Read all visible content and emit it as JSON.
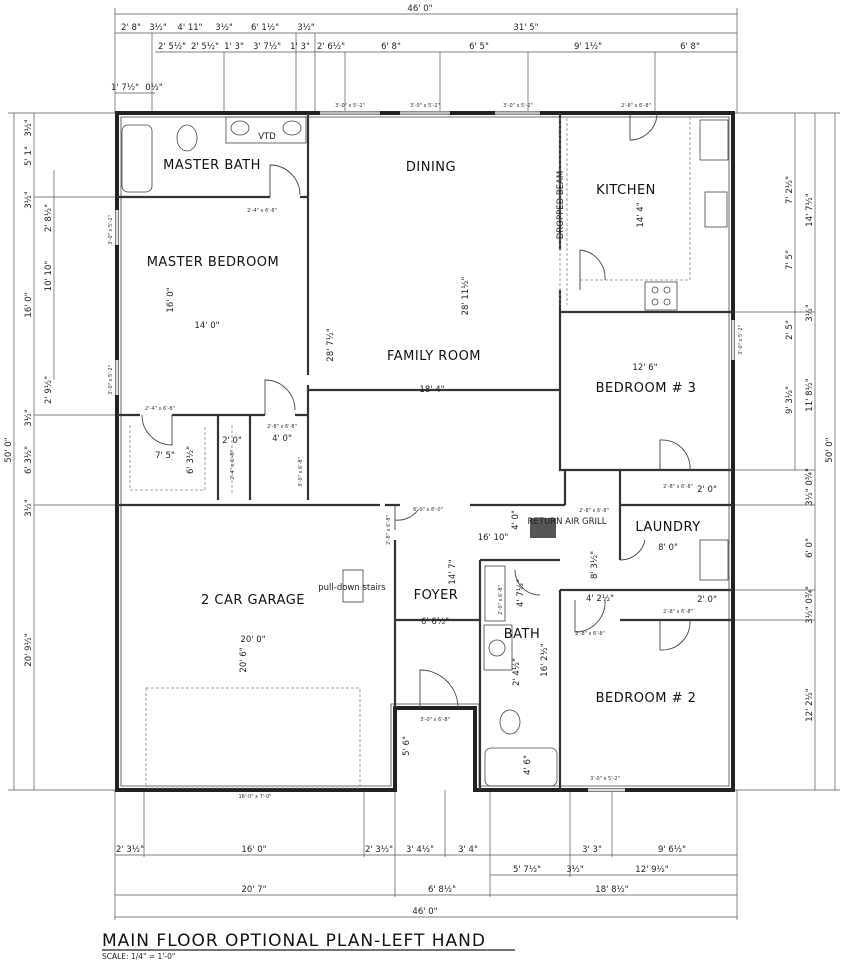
{
  "title": "MAIN FLOOR OPTIONAL PLAN-LEFT HAND",
  "scale": "SCALE: 1/4\" = 1'-0\"",
  "rooms": [
    "MASTER BATH",
    "MASTER BEDROOM",
    "DINING",
    "KITCHEN",
    "FAMILY ROOM",
    "BEDROOM # 3",
    "LAUNDRY",
    "2 CAR GARAGE",
    "FOYER",
    "BATH",
    "BEDROOM # 2"
  ],
  "annotations": [
    "DROPPED BEAM",
    "pull-down stairs",
    "RETURN AIR GRILL",
    "VTD"
  ],
  "dims_top": [
    "46' 0\"",
    "2' 8\"",
    "3½\"",
    "4' 11\"",
    "3½\"",
    "6' 1½\"",
    "3½\"",
    "31' 5\"",
    "2' 5½\"",
    "2' 5½\"",
    "1' 3\"",
    "3' 7½\"",
    "1' 3\"",
    "2' 6½\"",
    "6' 8\"",
    "6' 5\"",
    "9' 1½\"",
    "6' 8\"",
    "1' 7½\"",
    "0½\""
  ],
  "dims_left": [
    "50' 0\"",
    "3½\"",
    "5' 1\"",
    "3½\"",
    "16' 0\"",
    "3½\"",
    "6' 3½\"",
    "3½\"",
    "20' 9½\"",
    "2' 8½\"",
    "10' 10\"",
    "2' 9½\""
  ],
  "dims_right": [
    "7' 2½\"",
    "7' 5\"",
    "2' 5\"",
    "9' 3½\"",
    "14' 7½\"",
    "3½\"",
    "11' 8½\"",
    "3½\" 0¾\"",
    "6' 0\"",
    "3½\" 0¾\"",
    "12' 2½\"",
    "50' 0\""
  ],
  "dims_bottom": [
    "2' 3½\"",
    "16' 0\"",
    "2' 3½\"",
    "3' 4½\"",
    "3' 4\"",
    "3' 3\"",
    "9' 6½\"",
    "5' 7½\"",
    "3½\"",
    "12' 9½\"",
    "20' 7\"",
    "6' 8½\"",
    "18' 8½\"",
    "46' 0\""
  ],
  "dims_interior": [
    "16' 0\"",
    "14' 0\"",
    "28' 7½\"",
    "28' 11½\"",
    "18' 4\"",
    "14' 4\"",
    "12' 6\"",
    "7' 5\"",
    "6' 3½\"",
    "2' 0\"",
    "4' 0\"",
    "16' 10\"",
    "4' 0\"",
    "8' 3½\"",
    "4' 2½\"",
    "8' 0\"",
    "14' 7\"",
    "6' 6½\"",
    "20' 0\"",
    "20' 6\"",
    "5' 6\"",
    "4' 7½\"",
    "16' 2½\"",
    "2' 4½\"",
    "4' 6\"",
    "2' 0\"",
    "2' 0\""
  ],
  "openings": [
    "3'-0\" x 5'-2\"",
    "3'-0\" x 5'-2\"",
    "3'-0\" x 5'-2\"",
    "2'-8\" x 6'-8\"",
    "2'-4\" x 6'-8\"",
    "2'-4\" x 6'-8\"",
    "2'-8\" x 6'-8\"",
    "2'-4\" x 6'-8\"",
    "3'-0\" x 6'-8\"",
    "3'-0\" x 5'-2\"",
    "3'-0\" x 5'-2\"",
    "6'-0\" x 8'-0\"",
    "2'-8\" x 6'-8\"",
    "2'-8\" x 6'-8\"",
    "2'-8\" x 6'-8\"",
    "2'-8\" x 6'-8\"",
    "2'-8\" x 6'-8\"",
    "3'-0\" x 6'-8\"",
    "3'-0\" x 5'-2\"",
    "16'-0\" x 7'-0\"",
    "3'-0\" x 5'-2\"",
    "2'-0\" x 6'-8\""
  ]
}
